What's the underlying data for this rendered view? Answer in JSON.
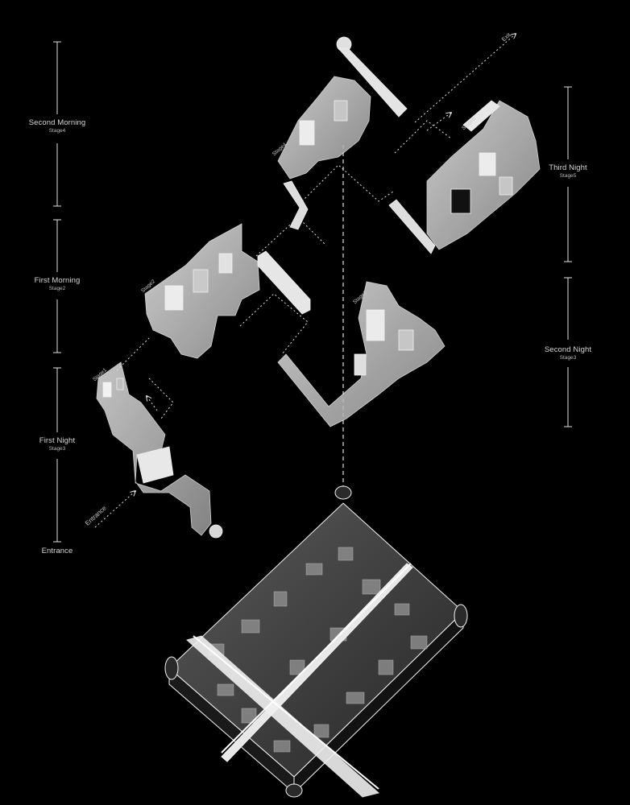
{
  "timeline_left": [
    {
      "id": "second-morning",
      "title": "Second Morning",
      "stage": "Stage4"
    },
    {
      "id": "first-morning",
      "title": "First Morning",
      "stage": "Stage2"
    },
    {
      "id": "first-night",
      "title": "First Night",
      "stage": "Stage3"
    }
  ],
  "timeline_left_end": "Entrance",
  "timeline_right": [
    {
      "id": "third-night",
      "title": "Third Night",
      "stage": "Stage5"
    },
    {
      "id": "second-night",
      "title": "Second Night",
      "stage": "Stage3"
    }
  ],
  "path_labels": {
    "entrance": "Entrance",
    "exit": "Exit",
    "stage1": "Stage1",
    "stage2": "Stage2",
    "stage3": "Stage3",
    "stage4": "Stage4",
    "stage5": "Stage5"
  },
  "colors": {
    "background": "#000000",
    "model_light": "#cfcfcf",
    "model_dark": "#3a3a3a",
    "lines": "#e0e0e0"
  }
}
